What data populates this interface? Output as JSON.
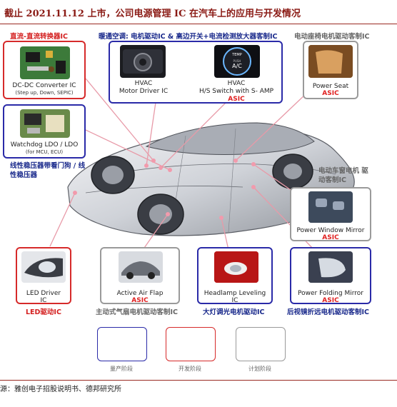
{
  "title": "截止 2021.11.12 上市，公司电源管理 IC 在汽车上的应用与开发情况",
  "category_labels": {
    "dcdc": "直流-直流转换器IC",
    "hvac": "暖通空调: 电机驱动IC & 高边开关+电流检测放大器客制IC",
    "seat": "电动座椅电机驱动客制IC",
    "linear": "线性稳压器带看门狗 / 线性稳压器",
    "window": "电动车窗电机 驱动客制IC",
    "led": "LED驱动IC",
    "airflap": "主动式气扇电机驱动客制IC",
    "headlamp": "大灯调光电机驱动IC",
    "mirror": "后视镜折远电机驱动客制IC"
  },
  "boxes": {
    "dcdc": {
      "label": "DC-DC Converter IC",
      "sub": "(Step up, Down, SEPIC)"
    },
    "watchdog": {
      "label": "Watchdog LDO / LDO",
      "sub": "(for MCU, ECU)"
    },
    "hvac_motor": {
      "label1": "HVAC",
      "label2": "Motor Driver IC"
    },
    "hvac_switch": {
      "label1": "HVAC",
      "label2": "H/S Switch with S- AMP",
      "asic": "ASIC"
    },
    "seat": {
      "label": "Power Seat",
      "asic": "ASIC"
    },
    "window": {
      "label": "Power Window Mirror",
      "asic": "ASIC"
    },
    "led": {
      "label1": "LED Driver",
      "label2": "IC"
    },
    "airflap": {
      "label": "Active Air Flap",
      "asic": "ASIC"
    },
    "headlamp": {
      "label1": "Headlamp Leveling",
      "label2": "IC"
    },
    "mirror": {
      "label": "Power Folding Mirror",
      "asic": "ASIC"
    }
  },
  "knob_text": {
    "top": "TEMP",
    "mid": "PUSH",
    "main": "A/C"
  },
  "legend": [
    {
      "label": "量产阶段",
      "color": "#2a2aa8"
    },
    {
      "label": "开发阶段",
      "color": "#d62a2a"
    },
    {
      "label": "计划阶段",
      "color": "#9a9a9a"
    }
  ],
  "source": "源：雅创电子招股说明书、德邦研究所"
}
